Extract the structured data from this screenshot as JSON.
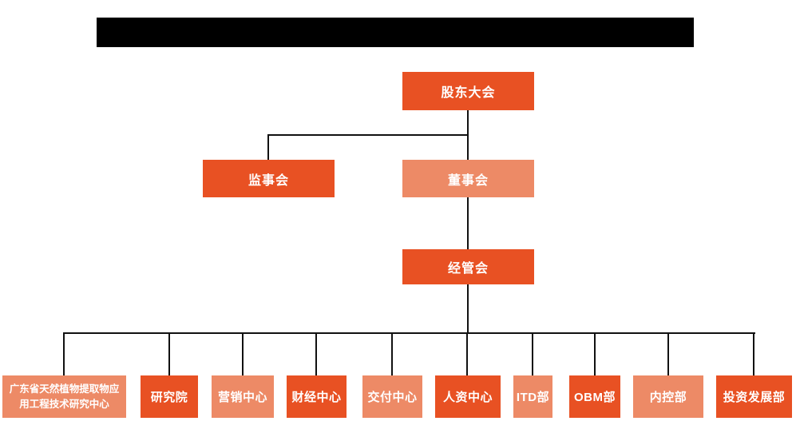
{
  "colors": {
    "primary": "#E85123",
    "secondary": "#ED8A66",
    "line": "#111111",
    "redaction": "#000000"
  },
  "header": {
    "note": "redacted-black-bar"
  },
  "org": {
    "type": "org-chart",
    "level1": {
      "label": "股东大会",
      "variant": "primary"
    },
    "level2": [
      {
        "label": "监事会",
        "variant": "primary"
      },
      {
        "label": "董事会",
        "variant": "secondary"
      }
    ],
    "level3": {
      "label": "经管会",
      "variant": "primary"
    },
    "level4": [
      {
        "label": "广东省天然植物提取物应用工程技术研究中心",
        "variant": "secondary"
      },
      {
        "label": "研究院",
        "variant": "primary"
      },
      {
        "label": "营销中心",
        "variant": "secondary"
      },
      {
        "label": "财经中心",
        "variant": "primary"
      },
      {
        "label": "交付中心",
        "variant": "secondary"
      },
      {
        "label": "人资中心",
        "variant": "primary"
      },
      {
        "label": "ITD部",
        "variant": "secondary"
      },
      {
        "label": "OBM部",
        "variant": "primary"
      },
      {
        "label": "内控部",
        "variant": "secondary"
      },
      {
        "label": "投资发展部",
        "variant": "primary"
      }
    ]
  }
}
